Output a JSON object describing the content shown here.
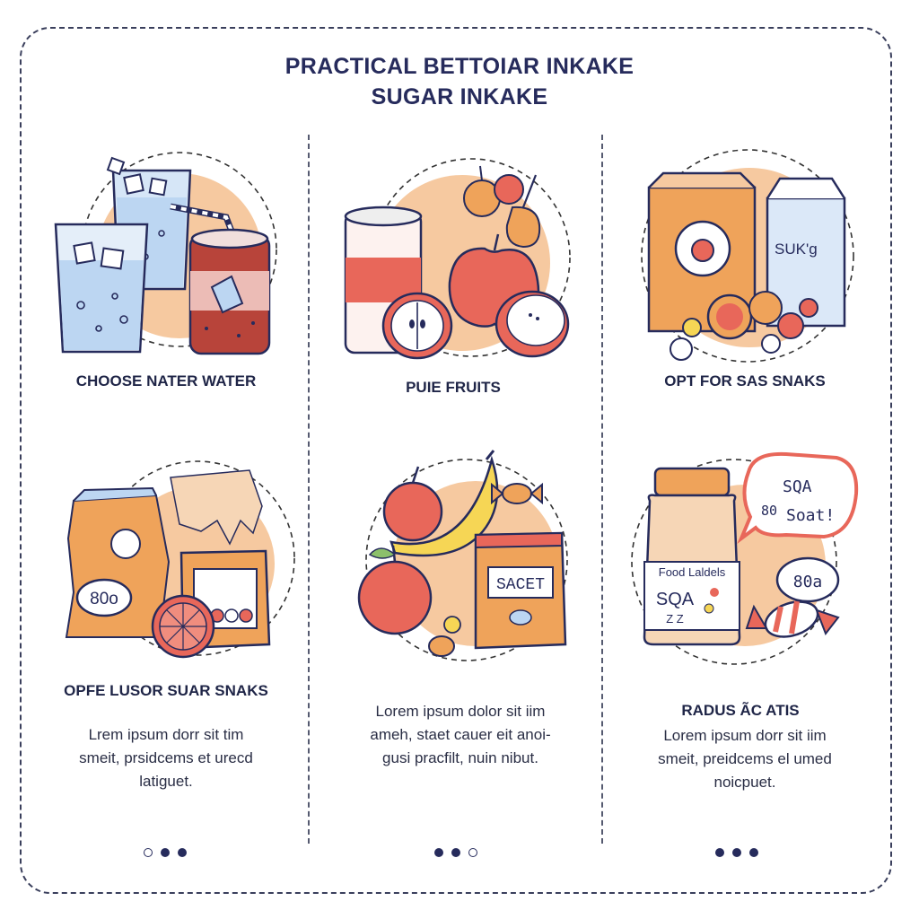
{
  "title": {
    "line1": "PRACTICAL BETTOIAR INKAKE",
    "line2": "SUGAR INKAKE"
  },
  "cards": [
    {
      "label": "CHOOSE NATER WATER"
    },
    {
      "label": "PUIE FRUITS"
    },
    {
      "label": "OPT FOR SAS SNAKS",
      "illus_text": {
        "box_label": "SUK'g"
      }
    },
    {
      "label": "OPFE LUSOR SUAR SNAKS",
      "body": [
        "Lrem ipsum dorr sit tim",
        "smeit, prsidcems et urecd",
        "latiguet."
      ],
      "illus_text": {
        "bag_label": "80o"
      },
      "dots": [
        false,
        true,
        true
      ]
    },
    {
      "body": [
        "Lorem ipsum dolor sit iim",
        "ameh, staet cauer eit anoi-",
        "gusi pracfilt, nuin nibut."
      ],
      "illus_text": {
        "bag_label": "SACET"
      },
      "dots": [
        true,
        true,
        false
      ]
    },
    {
      "label": "RADUS ÃC ATIS",
      "body": [
        "Lorem ipsum dorr sit iim",
        "smeit, preidcems el umed",
        "noicpuet."
      ],
      "illus_text": {
        "jar_label": "Food Laldels",
        "jar_code": "SQA",
        "jar_sub": "Z Z",
        "bubble_line1": "SQA",
        "bubble_line2": "80",
        "bubble_line3": "Soat!",
        "tag": "80a"
      },
      "dots": [
        true,
        true,
        true
      ]
    }
  ],
  "colors": {
    "ink": "#262b5c",
    "peach": "#f6c9a0",
    "water": "#bcd6f2",
    "apple": "#e8675a",
    "banana": "#f6d655",
    "carton": "#efa35a"
  }
}
